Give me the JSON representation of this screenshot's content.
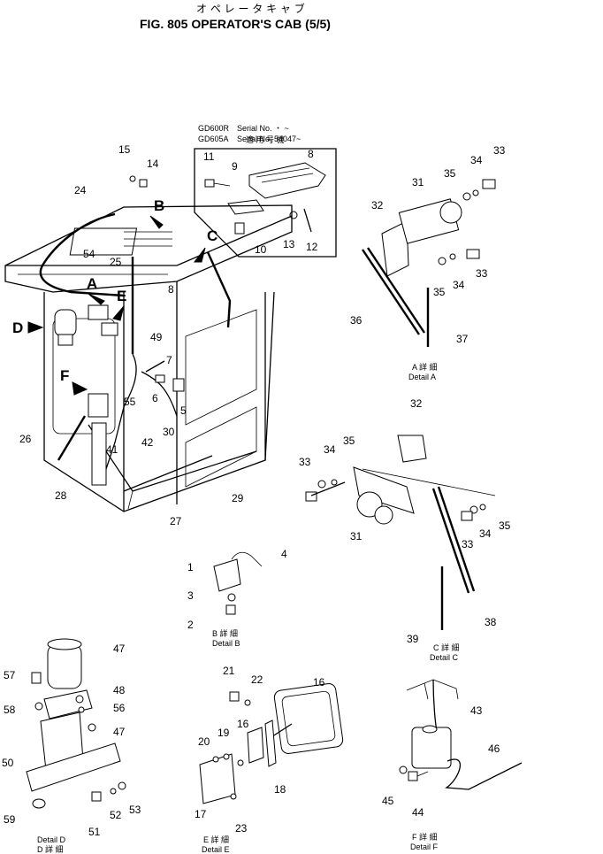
{
  "title": {
    "japanese": "オ ペ レ ー タ キ ャ ブ",
    "english": "FIG. 805 OPERATOR'S CAB (5/5)"
  },
  "serial_box": {
    "header_jp": "適 用 号 機",
    "rows": [
      {
        "model": "GD600R",
        "serial": "Serial No. ・ ~"
      },
      {
        "model": "GD605A",
        "serial": "Serial No. 54047~"
      }
    ]
  },
  "view_arrows": [
    "A",
    "B",
    "C",
    "D",
    "E",
    "F"
  ],
  "details": [
    {
      "jp": "A 詳 細",
      "en": "Detail A"
    },
    {
      "jp": "B 詳 細",
      "en": "Detail B"
    },
    {
      "jp": "C 詳 細",
      "en": "Detail C"
    },
    {
      "en": "Detail D",
      "jp": "D 詳 細"
    },
    {
      "jp": "E 詳 細",
      "en": "Detail E"
    },
    {
      "jp": "F 詳 細",
      "en": "Detail F"
    }
  ],
  "part_numbers": {
    "main": [
      "15",
      "14",
      "24",
      "54",
      "25",
      "8",
      "49",
      "7",
      "6",
      "5",
      "55",
      "30",
      "42",
      "41",
      "26",
      "28",
      "27",
      "29"
    ],
    "box": [
      "11",
      "9",
      "8",
      "13",
      "12",
      "10"
    ],
    "detail_a": [
      "33",
      "34",
      "35",
      "31",
      "32",
      "33",
      "34",
      "35",
      "36",
      "37"
    ],
    "detail_b": [
      "1",
      "4",
      "3",
      "2"
    ],
    "detail_c": [
      "32",
      "35",
      "34",
      "33",
      "31",
      "33",
      "34",
      "35",
      "38",
      "39"
    ],
    "detail_d": [
      "47",
      "57",
      "48",
      "58",
      "56",
      "47",
      "50",
      "51",
      "52",
      "53",
      "59"
    ],
    "detail_e": [
      "16",
      "21",
      "22",
      "20",
      "19",
      "16",
      "18",
      "17",
      "23"
    ],
    "detail_f": [
      "43",
      "46",
      "45",
      "44"
    ]
  }
}
